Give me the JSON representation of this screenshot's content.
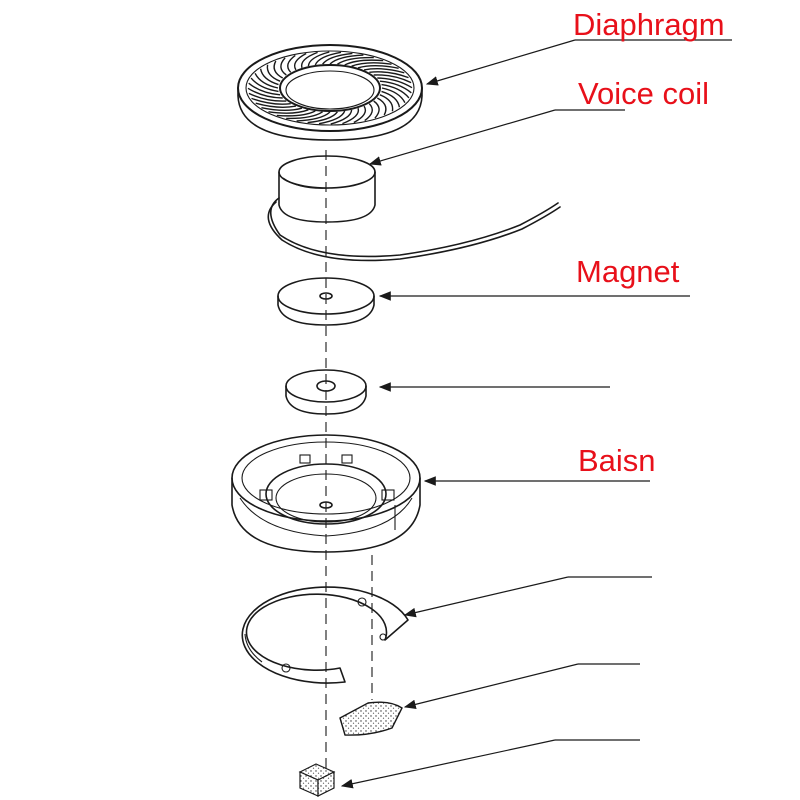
{
  "labels": {
    "diaphragm": "Diaphragm",
    "voice_coil": "Voice coil",
    "magnet": "Magnet",
    "basin": "Baisn"
  },
  "colors": {
    "label": "#e8101a",
    "line": "#1a1a1a",
    "background": "#ffffff"
  }
}
